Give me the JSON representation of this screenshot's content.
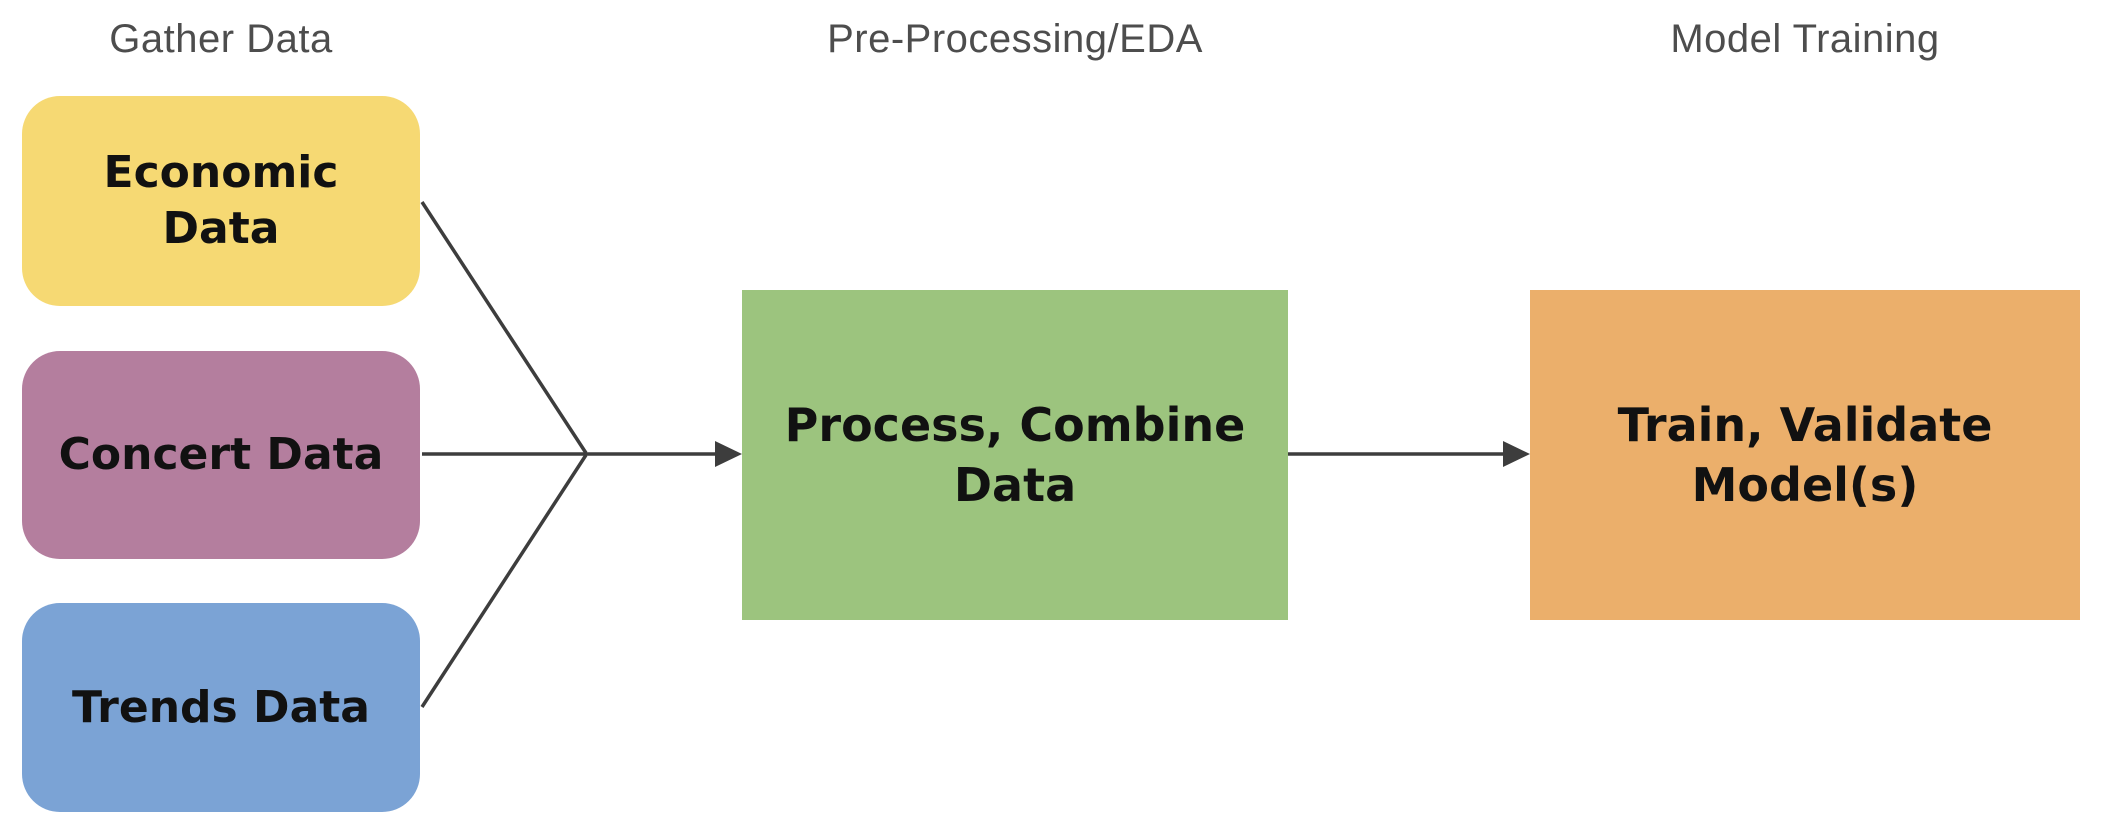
{
  "diagram": {
    "headers": {
      "gather": "Gather Data",
      "preprocessing": "Pre-Processing/EDA",
      "training": "Model Training"
    },
    "nodes": {
      "economic": {
        "lines": [
          "Economic",
          "Data"
        ],
        "color": "#F6D973"
      },
      "concert": {
        "lines": [
          "Concert Data"
        ],
        "color": "#B47E9E"
      },
      "trends": {
        "lines": [
          "Trends Data"
        ],
        "color": "#7BA3D5"
      },
      "process": {
        "lines": [
          "Process, Combine",
          "Data"
        ],
        "color": "#9CC47E"
      },
      "train": {
        "lines": [
          "Train, Validate",
          "Model(s)"
        ],
        "color": "#EBAF6B"
      }
    },
    "colors": {
      "arrow": "#3D3D3D",
      "header_text": "#4D4D4D",
      "node_text": "#111111",
      "background": "#FFFFFF"
    }
  }
}
